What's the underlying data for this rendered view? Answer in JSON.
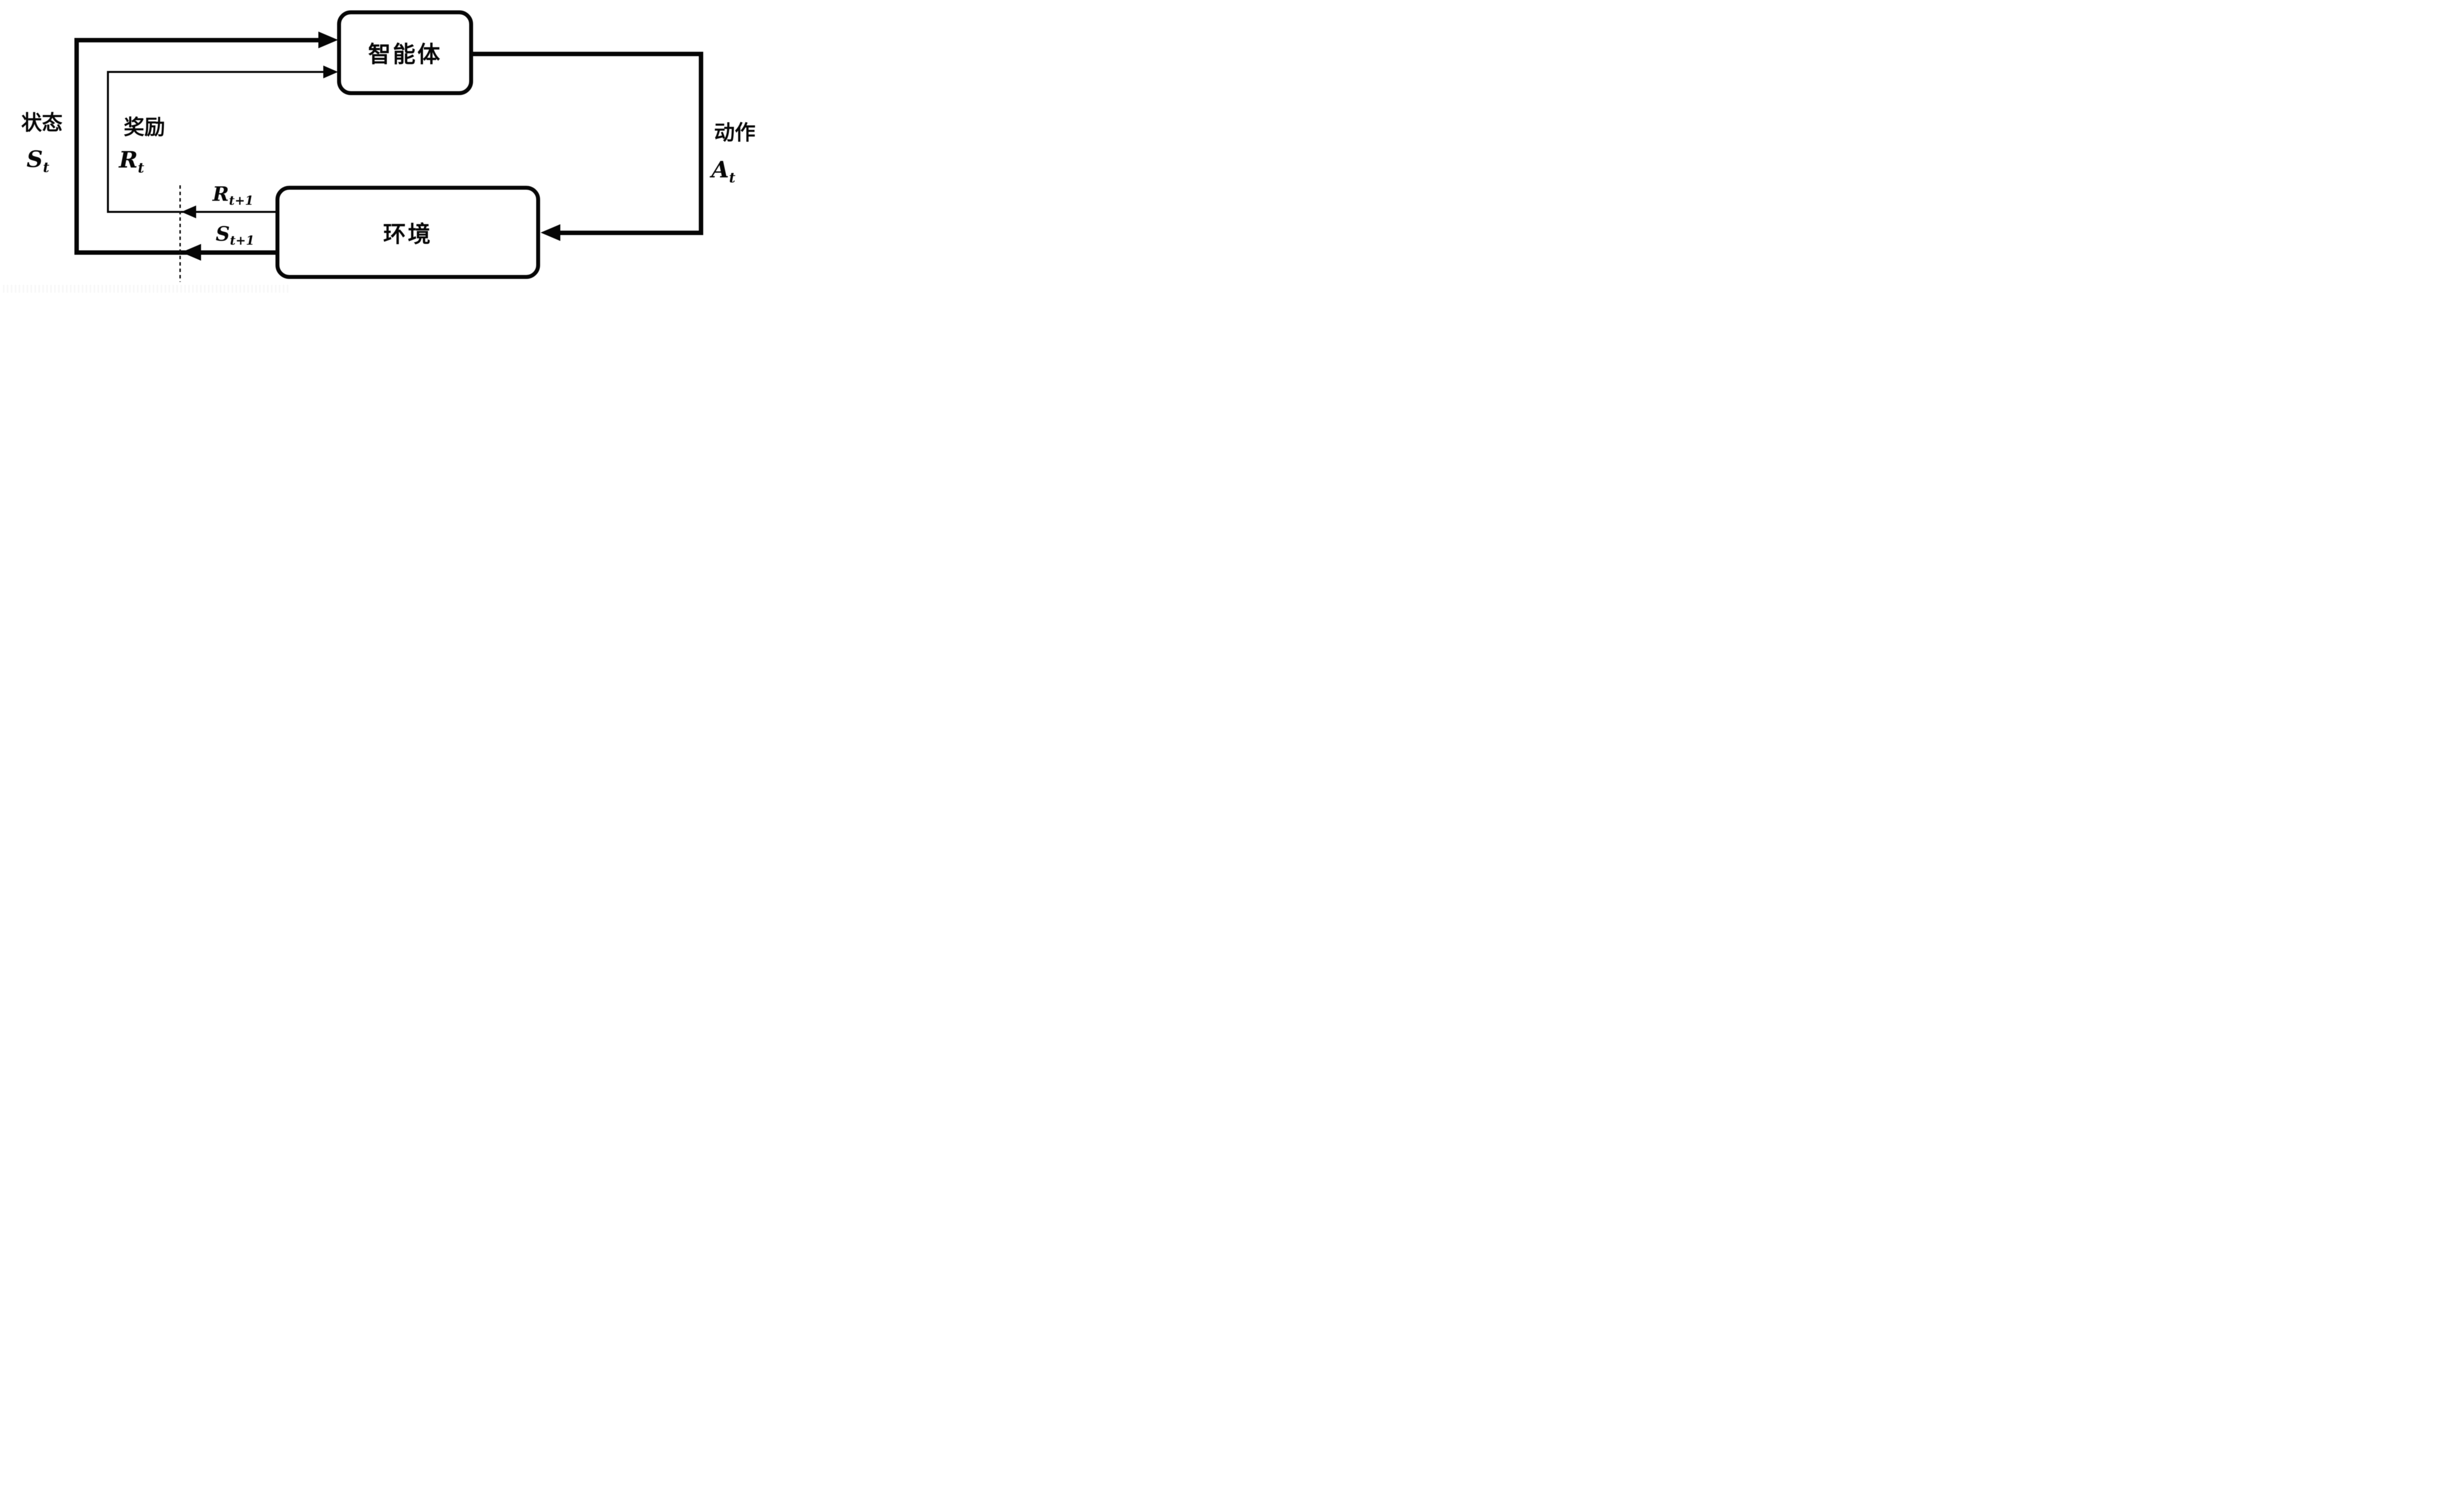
{
  "figure": {
    "type": "reinforcement-learning agent-environment loop",
    "background_color": "#ffffff",
    "line_color": "#000000",
    "nodes": {
      "agent": {
        "label": "智能体"
      },
      "environment": {
        "label": "环境"
      }
    },
    "signals": {
      "state": {
        "caption": "状态",
        "symbol": "S",
        "subscript": "t"
      },
      "reward": {
        "caption": "奖励",
        "symbol": "R",
        "subscript": "t"
      },
      "action": {
        "caption": "动作",
        "symbol": "A",
        "subscript": "t"
      },
      "next_reward": {
        "symbol": "R",
        "subscript": "t+1"
      },
      "next_state": {
        "symbol": "S",
        "subscript": "t+1"
      }
    },
    "flows": [
      {
        "from": "environment",
        "to": "agent",
        "signal": "state S_t",
        "line_weight": "thick"
      },
      {
        "from": "environment",
        "to": "agent",
        "signal": "reward R_t",
        "line_weight": "thin"
      },
      {
        "from": "agent",
        "to": "environment",
        "signal": "action A_t",
        "line_weight": "thick"
      },
      {
        "boundary": "dashed vertical line separating R_t+1 / S_t+1 from R_t / S_t"
      }
    ]
  }
}
